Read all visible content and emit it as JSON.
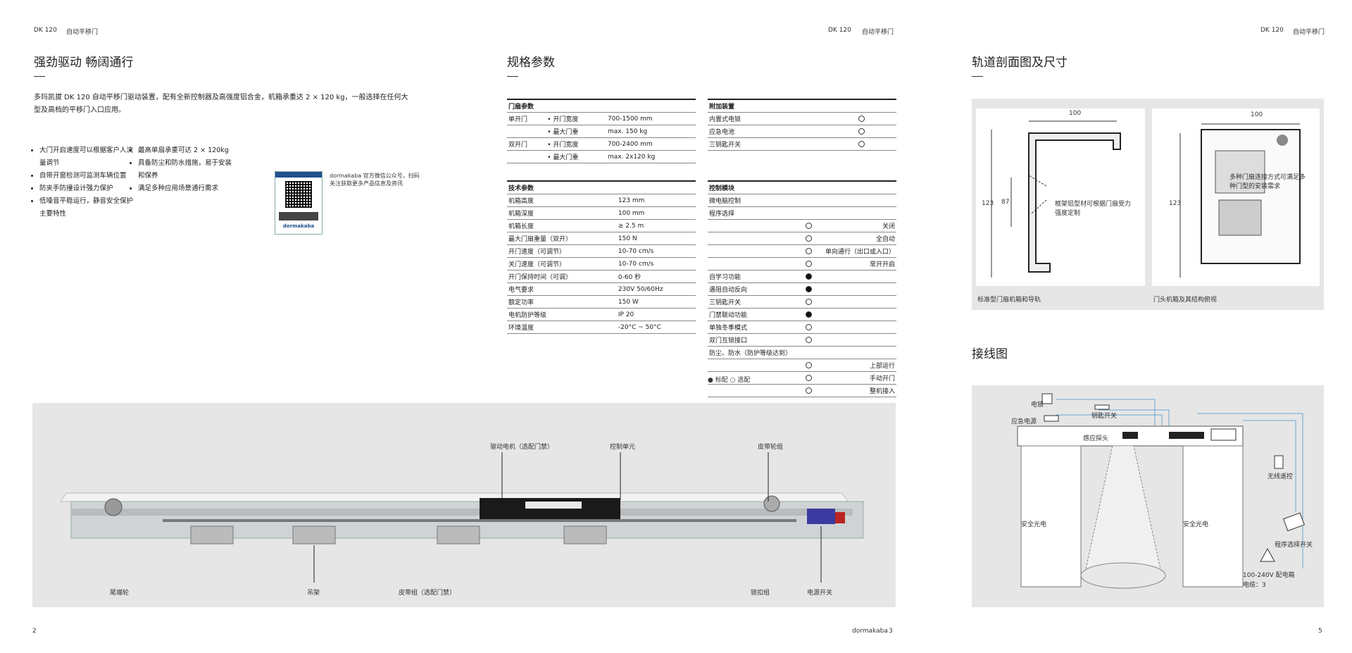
{
  "left_page": {
    "header_model": "DK 120",
    "header_title": "自动平移门",
    "heading": "强劲驱动 畅阔通行",
    "intro": "多玛凯拔 DK 120 自动平移门驱动装置，配有全新控制器及高强度铝合金，机箱承重达 2 × 120 kg，一般选择在任何大型及高档的平移门入口应用。",
    "bullets_col1": [
      "大门开启速度可以根据客户人流量调节",
      "自带开窗检测可监测车辆位置",
      "防夹手防撞设计强力保护",
      "低噪音平稳运行，静音安全保护主要特性"
    ],
    "bullets_col2": [
      "最高单扇承重可达 2 × 120kg",
      "具备防尘和防水措施，易于安装和保养",
      "满足多种应用场景通行需求"
    ],
    "qr_label": "dormakaba",
    "qr_caption": "dormakaba 官方微信公众号，扫码关注获取更多产品信息及资讯",
    "page_number": "2"
  },
  "middle_page": {
    "heading": "规格参数",
    "door_params": {
      "title": "门扇参数",
      "rows": [
        {
          "label": "单开门",
          "sub": "• 开门宽度",
          "value": "700-1500 mm"
        },
        {
          "label": "",
          "sub": "• 最大门重",
          "value": "max. 150 kg"
        },
        {
          "label": "双开门",
          "sub": "• 开门宽度",
          "value": "700-2400 mm"
        },
        {
          "label": "",
          "sub": "• 最大门重",
          "value": "max. 2x120 kg"
        }
      ]
    },
    "accessories": {
      "title": "附加装置",
      "rows": [
        "内置式电锁",
        "应急电池",
        "三钥匙开关"
      ]
    },
    "tech_params": {
      "title": "技术参数",
      "rows": [
        {
          "label": "机箱高度",
          "value": "123 mm"
        },
        {
          "label": "机箱深度",
          "value": "100 mm"
        },
        {
          "label": "机箱长度",
          "value": "≥ 2.5 m"
        },
        {
          "label": "最大门扇重量（双开）",
          "value": "150 N"
        },
        {
          "label": "开门速度（可调节）",
          "value": "10-70 cm/s"
        },
        {
          "label": "关门速度（可调节）",
          "value": "10-70 cm/s"
        },
        {
          "label": "开门保持时间（可调）",
          "value": "0-60 秒"
        },
        {
          "label": "电气要求",
          "value": "230V 50/60Hz"
        },
        {
          "label": "额定功率",
          "value": "150 W"
        },
        {
          "label": "电机防护等级",
          "value": "IP 20"
        },
        {
          "label": "环境温度",
          "value": "-20°C ~ 50°C"
        }
      ]
    },
    "control_functions": {
      "title": "控制模块",
      "rows": [
        {
          "label": "微电脑控制",
          "opt": "",
          "desc": "",
          "filled": false
        },
        {
          "label": "程序选择",
          "opt": "",
          "desc": "",
          "filled": false
        },
        {
          "label": "",
          "opt": "○",
          "desc": "关闭",
          "filled": false
        },
        {
          "label": "",
          "opt": "○",
          "desc": "全自动",
          "filled": false
        },
        {
          "label": "",
          "opt": "○",
          "desc": "单向通行（出口或入口）",
          "filled": false
        },
        {
          "label": "",
          "opt": "○",
          "desc": "常开开启",
          "filled": false
        },
        {
          "label": "自学习功能",
          "opt": "●",
          "desc": "",
          "filled": true
        },
        {
          "label": "遇阻自动反向",
          "opt": "●",
          "desc": "",
          "filled": true
        },
        {
          "label": "三钥匙开关",
          "opt": "○",
          "desc": "",
          "filled": false
        },
        {
          "label": "门禁联动功能",
          "opt": "●",
          "desc": "",
          "filled": true
        },
        {
          "label": "单独冬季模式",
          "opt": "○",
          "desc": "",
          "filled": false
        },
        {
          "label": "双门互锁接口",
          "opt": "○",
          "desc": "",
          "filled": false
        },
        {
          "label": "防尘、防水（防护等级达到）",
          "opt": "",
          "desc": "",
          "filled": false
        },
        {
          "label": "",
          "opt": "○",
          "desc": "上部运行",
          "filled": false
        },
        {
          "label": "",
          "opt": "○",
          "desc": "手动开门",
          "filled": false
        },
        {
          "label": "",
          "opt": "○",
          "desc": "整机接入",
          "filled": false
        }
      ]
    },
    "legend": "● 标配  ○ 选配",
    "page_number": "3"
  },
  "mechanism": {
    "labels_top": [
      "驱动电机（选配门禁）",
      "控制单元",
      "皮带轮组"
    ],
    "labels_bottom": [
      "尾端轮",
      "吊架",
      "皮带组（选配门禁）",
      "锁扣组",
      "电源开关"
    ]
  },
  "right_page": {
    "header_model": "DK 120",
    "header_title": "自动平移门",
    "heading_profile": "轨道剖面图及尺寸",
    "profile_left_caption": "标准型门扇机箱和导轨",
    "profile_left_note": "框架铝型材可根据门扇受力强度定制",
    "profile_left_dims": {
      "width": "100",
      "height": "123",
      "inner": "87"
    },
    "profile_right_caption": "门头机箱及其结构俯视",
    "profile_right_note": "多种门扇连接方式可满足多种门型的安装需求",
    "profile_right_dims": {
      "width": "100",
      "height": "123"
    },
    "heading_wiring": "接线图",
    "wiring_labels": {
      "lock": "电锁",
      "emergency": "应急电源",
      "keyswitch": "钥匙开关",
      "sensor": "感应探头",
      "remote": "无线遥控",
      "safety1": "安全光电",
      "safety2": "安全光电",
      "power": "100-240V 配电箱",
      "power_sub": "电缆：3",
      "program": "程序选择开关"
    },
    "page_number": "5"
  },
  "footer_brand": "dormakaba"
}
